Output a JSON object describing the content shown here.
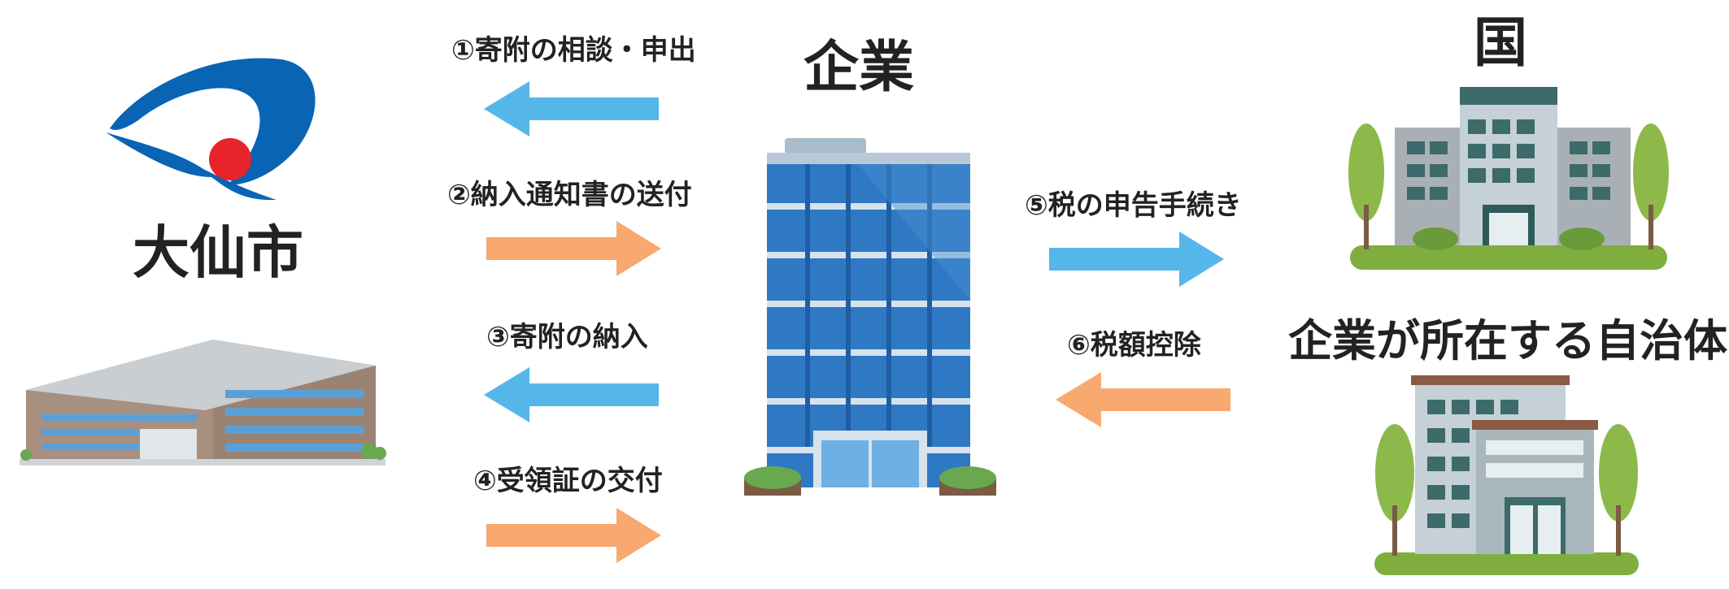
{
  "city": {
    "name": "大仙市",
    "emblem_colors": {
      "blue": "#0a64b4",
      "red": "#e8232b"
    }
  },
  "company": {
    "title": "企業"
  },
  "country": {
    "title": "国"
  },
  "municipality": {
    "title": "企業が所在する自治体"
  },
  "steps": [
    {
      "label": "①寄附の相談・申出",
      "direction": "left"
    },
    {
      "label": "②納入通知書の送付",
      "direction": "right"
    },
    {
      "label": "③寄附の納入",
      "direction": "left"
    },
    {
      "label": "④受領証の交付",
      "direction": "right"
    },
    {
      "label": "⑤税の申告手続き",
      "direction": "right"
    },
    {
      "label": "⑥税額控除",
      "direction": "left"
    }
  ],
  "colors": {
    "arrow_blue": "#55b6ea",
    "arrow_orange": "#f7a96f",
    "tree_green": "#8db94b",
    "grass_green": "#7fae3f"
  }
}
